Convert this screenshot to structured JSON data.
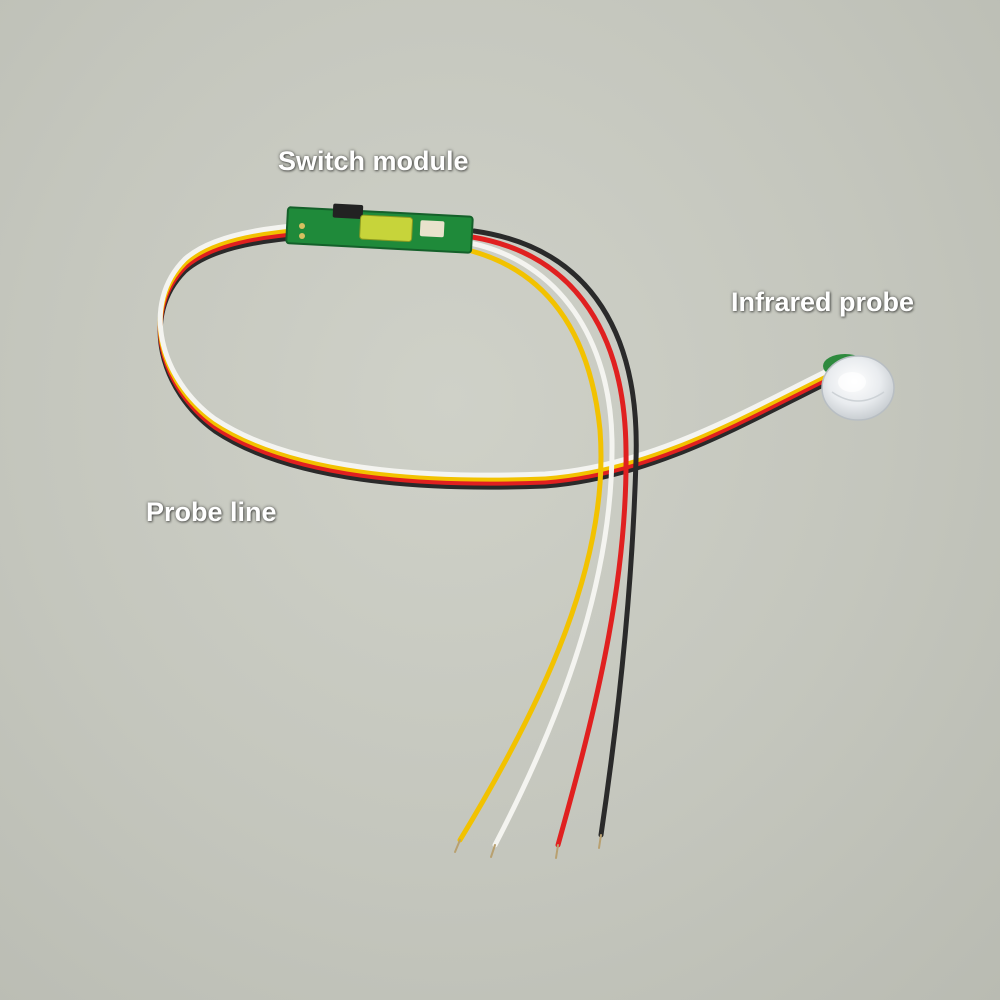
{
  "labels": {
    "switch_module": "Switch module",
    "infrared_probe": "Infrared probe",
    "probe_line": "Probe line"
  },
  "colors": {
    "wire_yellow": "#f2c200",
    "wire_white": "#f4f4f0",
    "wire_red": "#e02020",
    "wire_black": "#2a2a2a",
    "pcb_green": "#1f8a3a"
  }
}
